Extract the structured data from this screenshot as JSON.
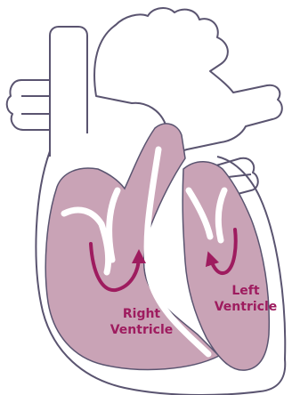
{
  "colors": {
    "outline": "#5a5470",
    "chamber_fill": "#c9a3b6",
    "chamber_stroke": "#ffffff",
    "label": "#9e1c5f",
    "arrow": "#9e1c5f",
    "background": "#ffffff"
  },
  "labels": {
    "right_ventricle": {
      "line1": "Right",
      "line2": "Ventricle"
    },
    "left_ventricle": {
      "line1": "Left",
      "line2": "Ventricle"
    }
  }
}
